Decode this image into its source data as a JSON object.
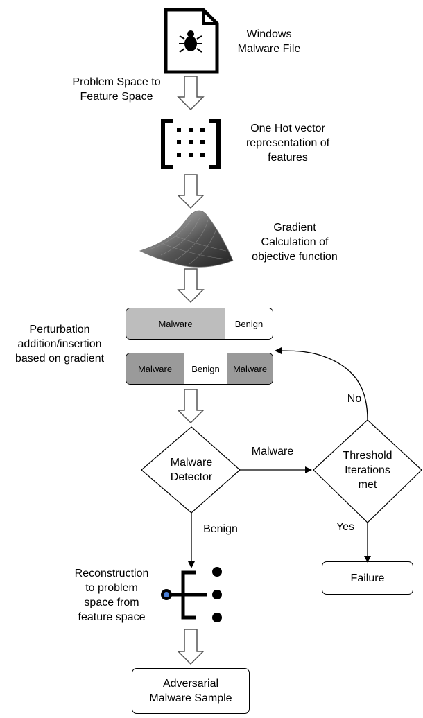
{
  "nodes": {
    "malware_file": {
      "label_lines": [
        "Windows",
        "Malware File"
      ],
      "icon": "bug-file-icon"
    },
    "step1": {
      "label_lines": [
        "Problem Space to",
        "Feature Space"
      ]
    },
    "one_hot": {
      "label_lines": [
        "One Hot vector",
        "representation of",
        "features"
      ],
      "icon": "matrix-bracket-icon"
    },
    "gradient": {
      "label_lines": [
        "Gradient",
        "Calculation of",
        "objective function"
      ],
      "icon": "surface-plot-icon"
    },
    "perturbation": {
      "label_lines": [
        "Perturbation",
        "addition/insertion",
        "based on gradient"
      ]
    },
    "bar1": {
      "segments": [
        "Malware",
        "Benign"
      ]
    },
    "bar2": {
      "segments": [
        "Malware",
        "Benign",
        "Malware"
      ]
    },
    "detector": {
      "label_lines": [
        "Malware",
        "Detector"
      ]
    },
    "threshold": {
      "label_lines": [
        "Threshold",
        "Iterations",
        "met"
      ]
    },
    "failure": {
      "label": "Failure"
    },
    "reconstruction": {
      "label_lines": [
        "Reconstruction",
        "to problem",
        "space from",
        "feature space"
      ],
      "icon": "tree-structure-icon"
    },
    "adversarial": {
      "label_lines": [
        "Adversarial",
        "Malware Sample"
      ]
    }
  },
  "edges": {
    "malware": "Malware",
    "no": "No",
    "yes": "Yes",
    "benign": "Benign"
  },
  "colors": {
    "segment_malware": "#bdbdbd",
    "segment_malware_dark": "#9a9a9a",
    "segment_benign": "#ffffff",
    "stroke": "#000000"
  }
}
